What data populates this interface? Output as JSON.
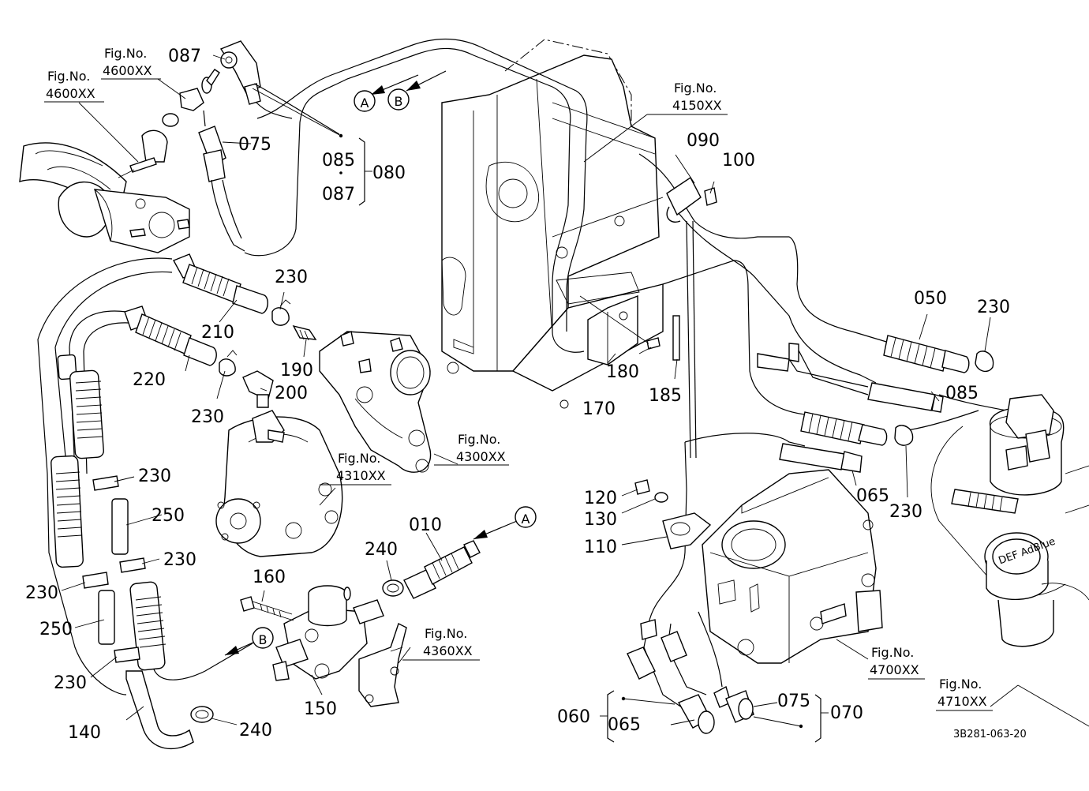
{
  "labels": {
    "l010": "010",
    "l050": "050",
    "l060": "060",
    "l065a": "065",
    "l065b": "065",
    "l070": "070",
    "l075a": "075",
    "l075b": "075",
    "l080": "080",
    "l085a": "085",
    "l085b": "085",
    "l087a": "087",
    "l087b": "087",
    "l090": "090",
    "l100": "100",
    "l110": "110",
    "l120": "120",
    "l130": "130",
    "l140": "140",
    "l150": "150",
    "l160": "160",
    "l170": "170",
    "l180": "180",
    "l185": "185",
    "l190": "190",
    "l200": "200",
    "l210": "210",
    "l220": "220",
    "l230a": "230",
    "l230b": "230",
    "l230c": "230",
    "l230d": "230",
    "l230e": "230",
    "l230f": "230",
    "l230g": "230",
    "l230h": "230",
    "l240a": "240",
    "l240b": "240",
    "l250a": "250",
    "l250b": "250"
  },
  "figrefs": {
    "f4600a": {
      "title": "Fig.No.",
      "num": "4600XX"
    },
    "f4600b": {
      "title": "Fig.No.",
      "num": "4600XX"
    },
    "f4150": {
      "title": "Fig.No.",
      "num": "4150XX"
    },
    "f4300": {
      "title": "Fig.No.",
      "num": "4300XX"
    },
    "f4310": {
      "title": "Fig.No.",
      "num": "4310XX"
    },
    "f4360": {
      "title": "Fig.No.",
      "num": "4360XX"
    },
    "f4700": {
      "title": "Fig.No.",
      "num": "4700XX"
    },
    "f4710": {
      "title": "Fig.No.",
      "num": "4710XX"
    }
  },
  "markers": {
    "a": "A",
    "b": "B"
  },
  "drawing_code": "3B281-063-20",
  "badge_text": "DEF AdBlue"
}
